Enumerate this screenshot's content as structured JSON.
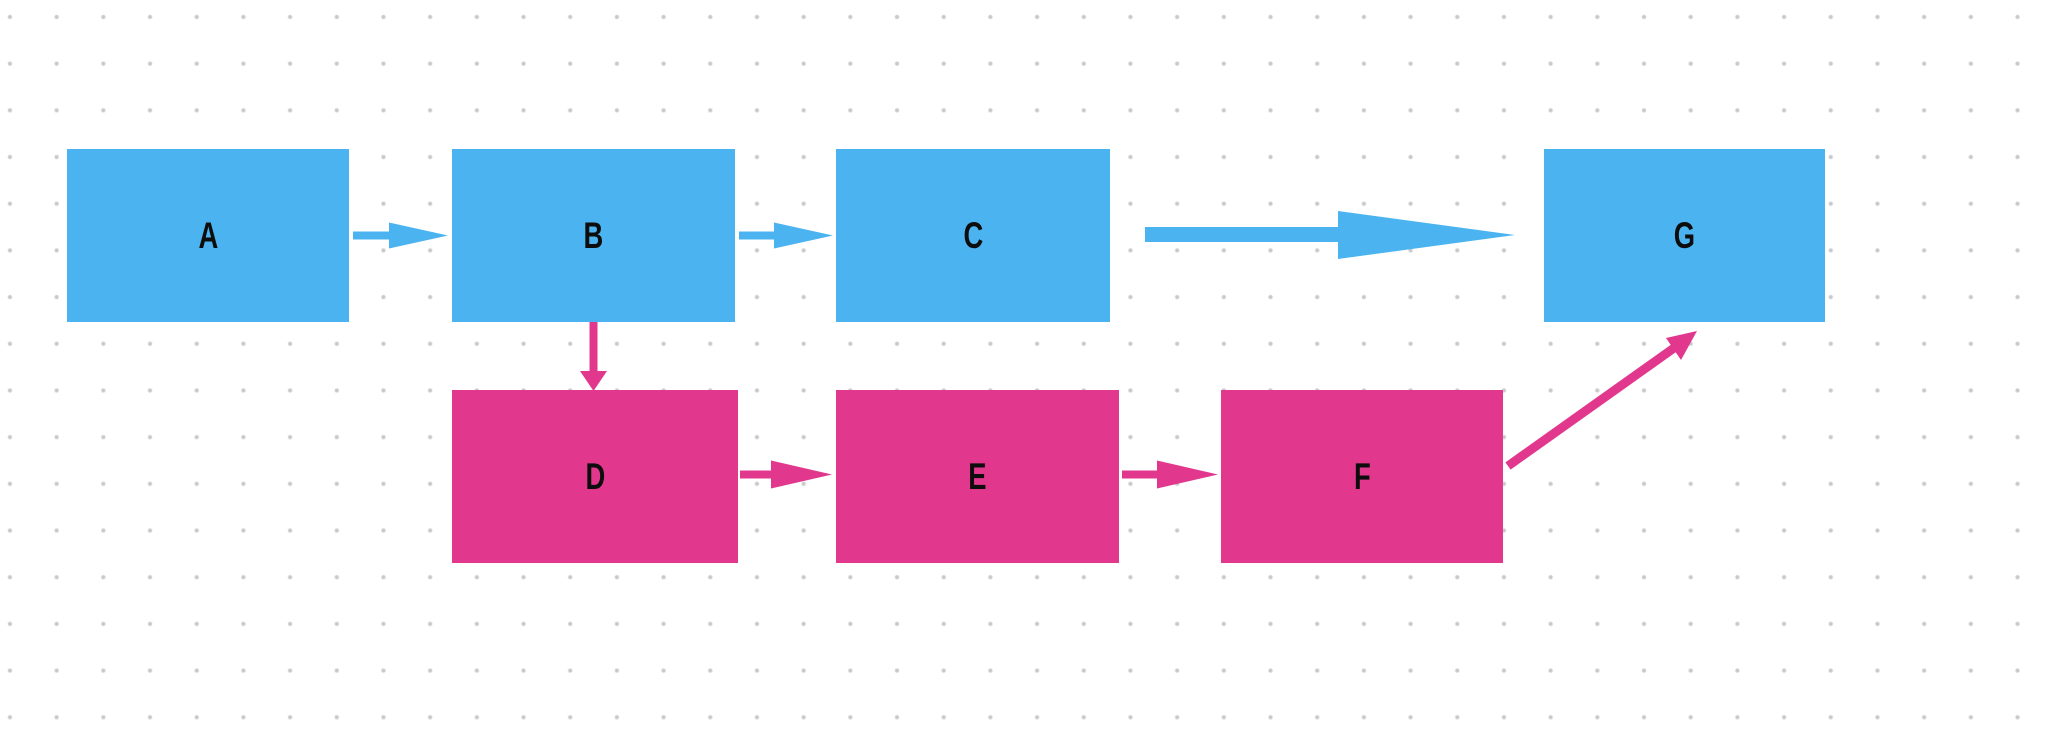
{
  "canvas": {
    "background_color": "#ffffff",
    "grid_dot_color": "#c7c9cc",
    "grid_style": "dot-grid"
  },
  "palette": {
    "blue": "#4bb4f0",
    "pink": "#e1388e",
    "label_text": "#0d0d0d"
  },
  "nodes": [
    {
      "id": "A",
      "label": "A",
      "color_key": "blue"
    },
    {
      "id": "B",
      "label": "B",
      "color_key": "blue"
    },
    {
      "id": "C",
      "label": "C",
      "color_key": "blue"
    },
    {
      "id": "D",
      "label": "D",
      "color_key": "pink"
    },
    {
      "id": "E",
      "label": "E",
      "color_key": "pink"
    },
    {
      "id": "F",
      "label": "F",
      "color_key": "pink"
    },
    {
      "id": "G",
      "label": "G",
      "color_key": "blue"
    }
  ],
  "edges": [
    {
      "from": "A",
      "to": "B",
      "color_key": "blue",
      "direction": "right"
    },
    {
      "from": "B",
      "to": "C",
      "color_key": "blue",
      "direction": "right"
    },
    {
      "from": "C",
      "to": "G",
      "color_key": "blue",
      "direction": "right",
      "emphasis": "large"
    },
    {
      "from": "B",
      "to": "D",
      "color_key": "pink",
      "direction": "down"
    },
    {
      "from": "D",
      "to": "E",
      "color_key": "pink",
      "direction": "right"
    },
    {
      "from": "E",
      "to": "F",
      "color_key": "pink",
      "direction": "right"
    },
    {
      "from": "F",
      "to": "G",
      "color_key": "pink",
      "direction": "up-right"
    }
  ]
}
